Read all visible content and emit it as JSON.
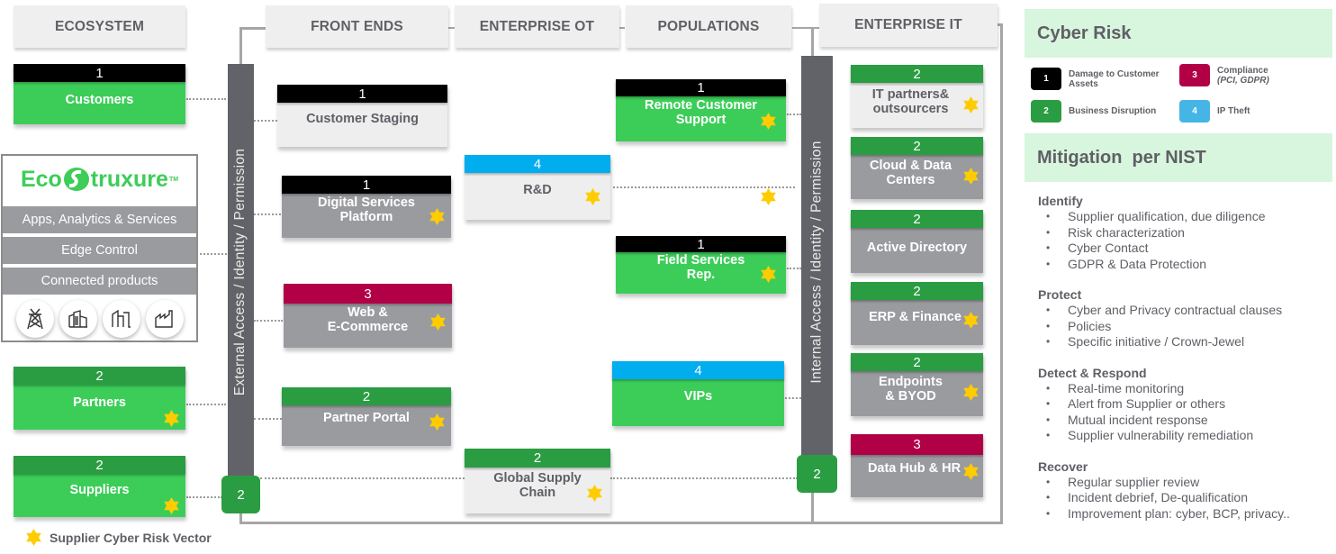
{
  "column_headers": {
    "ecosystem": "ECOSYSTEM",
    "front_ends": "FRONT ENDS",
    "enterprise_ot": "ENTERPRISE OT",
    "populations": "POPULATIONS",
    "enterprise_it": "ENTERPRISE IT"
  },
  "colors": {
    "risk_1": "#000000",
    "risk_2": "#2a9d42",
    "risk_3": "#b20046",
    "risk_4": "#00adef",
    "node_green": "#3ccd59",
    "node_gray": "#9a9b9f",
    "node_light": "#eeeeee",
    "star": "#ffcc00",
    "panel_head": "#d8f5de"
  },
  "ecosystem": {
    "customers": {
      "risk": "1",
      "label": "Customers"
    },
    "partners": {
      "risk": "2",
      "label": "Partners"
    },
    "suppliers": {
      "risk": "2",
      "label": "Suppliers"
    },
    "ecostruxure": {
      "logo_left": "Eco",
      "logo_right": "truxure",
      "logo_tm": "TM",
      "layers": [
        "Apps, Analytics & Services",
        "Edge Control",
        "Connected products"
      ],
      "icons": [
        "power-tower-icon",
        "building-icon",
        "datacenter-icon",
        "factory-icon"
      ]
    }
  },
  "external_bar": {
    "label": "External Access / Identity / Permission",
    "badge": "2"
  },
  "internal_bar": {
    "label": "Internal Access / Identity / Permission",
    "badge": "2"
  },
  "front_ends": {
    "customer_staging": {
      "risk": "1",
      "label": "Customer Staging"
    },
    "digital_services": {
      "risk": "1",
      "label_line1": "Digital Services",
      "label_line2": "Platform"
    },
    "web_ecommerce": {
      "risk": "3",
      "label_line1": "Web &",
      "label_line2": "E-Commerce"
    },
    "partner_portal": {
      "risk": "2",
      "label": "Partner Portal"
    }
  },
  "enterprise_ot": {
    "rnd": {
      "risk": "4",
      "label": "R&D"
    },
    "global_supply": {
      "risk": "2",
      "label_line1": "Global Supply",
      "label_line2": "Chain"
    }
  },
  "populations": {
    "remote_support": {
      "risk": "1",
      "label_line1": "Remote Customer",
      "label_line2": "Support"
    },
    "field_services": {
      "risk": "1",
      "label_line1": "Field Services",
      "label_line2": "Rep."
    },
    "vips": {
      "risk": "4",
      "label": "VIPs"
    }
  },
  "enterprise_it": {
    "it_partners": {
      "risk": "2",
      "label_line1": "IT partners&",
      "label_line2": "outsourcers"
    },
    "cloud": {
      "risk": "2",
      "label_line1": "Cloud & Data",
      "label_line2": "Centers"
    },
    "active_directory": {
      "risk": "2",
      "label": "Active Directory"
    },
    "erp": {
      "risk": "2",
      "label": "ERP & Finance"
    },
    "endpoints": {
      "risk": "2",
      "label_line1": "Endpoints",
      "label_line2": "& BYOD"
    },
    "data_hub": {
      "risk": "3",
      "label": "Data Hub & HR"
    }
  },
  "footer_legend": {
    "label": "Supplier Cyber Risk Vector"
  },
  "cyber_risk": {
    "title": "Cyber Risk",
    "items": [
      {
        "num": "1",
        "line1": "Damage to Customer",
        "line2": "Assets"
      },
      {
        "num": "3",
        "line1": "Compliance",
        "line2": "(PCI, GDPR)"
      },
      {
        "num": "2",
        "line1": "Business Disruption",
        "line2": ""
      },
      {
        "num": "4",
        "line1": "IP Theft",
        "line2": ""
      }
    ]
  },
  "mitigation": {
    "title": "Mitigation  per NIST",
    "sections": [
      {
        "title": "Identify",
        "items": [
          "Supplier qualification, due diligence",
          "Risk characterization",
          "Cyber Contact",
          "GDPR & Data Protection"
        ]
      },
      {
        "title": "Protect",
        "items": [
          "Cyber and Privacy contractual clauses",
          "Policies",
          "Specific initiative / Crown-Jewel"
        ]
      },
      {
        "title": "Detect & Respond",
        "items": [
          "Real-time monitoring",
          "Alert from Supplier or others",
          "Mutual incident response",
          "Supplier vulnerability remediation"
        ]
      },
      {
        "title": "Recover",
        "items": [
          "Regular supplier review",
          "Incident debrief, De-qualification",
          "Improvement plan: cyber, BCP, privacy.."
        ]
      }
    ]
  }
}
